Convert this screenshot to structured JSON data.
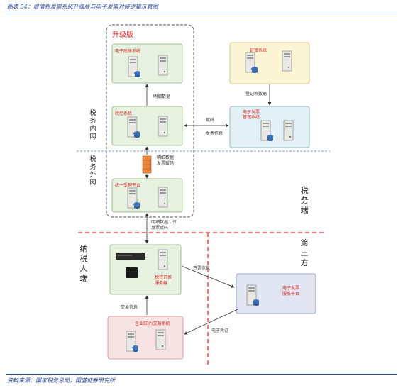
{
  "title": "图表 54：增值税发票系统升级版与电子发票对接逻辑示意图",
  "source": "资料来源：国家税务总局，国盛证券研究所",
  "boxes": {
    "upgrade": "升级版",
    "e_archive": "电子底账系统",
    "tax_control": "税控系统",
    "collection": "征管系统",
    "e_invoice_mgmt": "电子发票\n管理系统",
    "unified": "统一受理平台",
    "tax_server": "税控开票\n服务器",
    "service_platform": "电子发票\n服务平台",
    "erp": "企业ERP/交易系统"
  },
  "flows": {
    "detail_data": "明细数据",
    "reg_data": "登记等数据",
    "code": "赋码",
    "invoice_info": "发票信息",
    "detail_invoice_code": "明细数据\n发票赋码",
    "upload": "明细数据上传\n发票赋码",
    "issue_info": "开票信息",
    "trade_info": "交易信息",
    "e_voucher": "电子凭证"
  },
  "zones": {
    "intranet": "税务内网",
    "extranet": "税务外网",
    "tax_side": "税务端",
    "taxpayer_side": "纳税人端",
    "third_party": "第三方"
  }
}
